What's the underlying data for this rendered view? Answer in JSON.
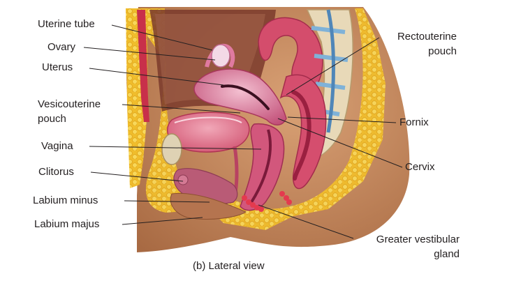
{
  "figure": {
    "caption": "(b) Lateral view",
    "labels_left": {
      "uterine_tube": "Uterine tube",
      "ovary": "Ovary",
      "uterus": "Uterus",
      "vesicouterine_1": "Vesicouterine",
      "vesicouterine_2": "pouch",
      "vagina": "Vagina",
      "clitorus": "Clitorus",
      "labium_minus": "Labium minus",
      "labium_majus": "Labium majus"
    },
    "labels_right": {
      "rectouterine_1": "Rectouterine",
      "rectouterine_2": "pouch",
      "fornix": "Fornix",
      "cervix": "Cervix",
      "greater_vestibular_1": "Greater vestibular",
      "greater_vestibular_2": "gland"
    },
    "colors": {
      "skin": "#c98a5e",
      "skin_dark": "#a86a43",
      "fat": "#f2c230",
      "muscle": "#c8304a",
      "uterus": "#d46a8e",
      "uterus_light": "#f0b6c6",
      "bone": "#e8d9b8",
      "disc": "#7fb2d8",
      "line": "#231f20"
    }
  }
}
